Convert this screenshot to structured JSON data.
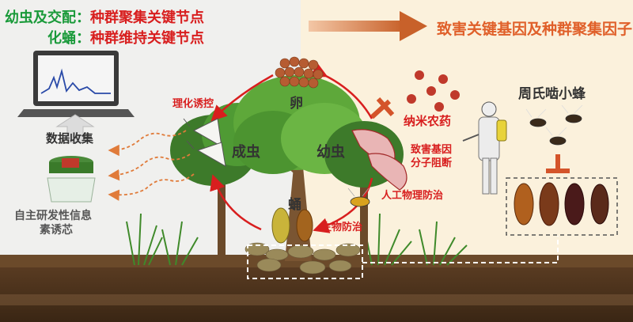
{
  "header": {
    "line1_prefix": "幼虫及交配：",
    "line1_text": "种群聚集关键节点",
    "line2_prefix": "化蛹：",
    "line2_text": "种群维持关键节点",
    "right_title": "致害关键基因及种群聚集因子"
  },
  "lifecycle": {
    "egg": "卵",
    "larva": "幼虫",
    "adult": "成虫",
    "pupa": "蛹"
  },
  "controls": {
    "physchem_lure": "理化诱控",
    "nano_pesticide": "纳米农药",
    "gene_block_1": "致害基因",
    "gene_block_2": "分子阻断",
    "manual_physical": "人工物理防治",
    "biological": "生物防治",
    "wasp": "周氏啮小蜂"
  },
  "left_panel": {
    "data_collection": "数据收集",
    "lure_1": "自主研发性信息",
    "lure_2": "素诱芯"
  },
  "colors": {
    "green": "#1a9a3a",
    "red": "#d81e1e",
    "orange_arrow": "#c8612a",
    "nano_red": "#c0392b"
  }
}
